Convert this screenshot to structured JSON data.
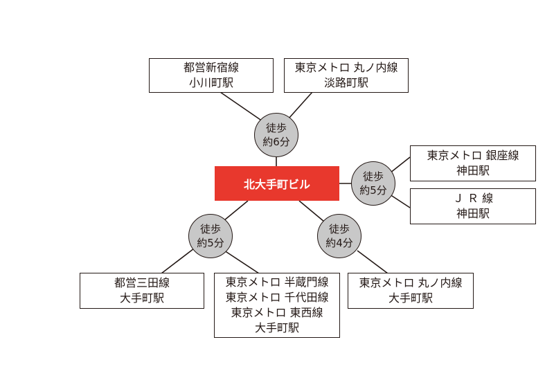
{
  "colors": {
    "main_box_fill": "#e8382d",
    "main_box_text": "#ffffff",
    "walk_circle_fill": "#c8c8c8",
    "ink": "#231815"
  },
  "main": {
    "label": "北大手町ビル"
  },
  "walks": [
    {
      "line1": "徒歩",
      "line2": "約6分"
    },
    {
      "line1": "徒歩",
      "line2": "約5分"
    },
    {
      "line1": "徒歩",
      "line2": "約5分"
    },
    {
      "line1": "徒歩",
      "line2": "約4分"
    }
  ],
  "stations": [
    {
      "lines": [
        "都営新宿線",
        "小川町駅"
      ]
    },
    {
      "lines": [
        "東京メトロ 丸ノ内線",
        "淡路町駅"
      ]
    },
    {
      "lines": [
        "東京メトロ 銀座線",
        "神田駅"
      ]
    },
    {
      "lines": [
        "Ｊ Ｒ 線",
        "神田駅"
      ]
    },
    {
      "lines": [
        "都営三田線",
        "大手町駅"
      ]
    },
    {
      "lines": [
        "東京メトロ 半蔵門線",
        "東京メトロ 千代田線",
        "東京メトロ 東西線",
        "大手町駅"
      ]
    },
    {
      "lines": [
        "東京メトロ 丸ノ内線",
        "大手町駅"
      ]
    }
  ]
}
